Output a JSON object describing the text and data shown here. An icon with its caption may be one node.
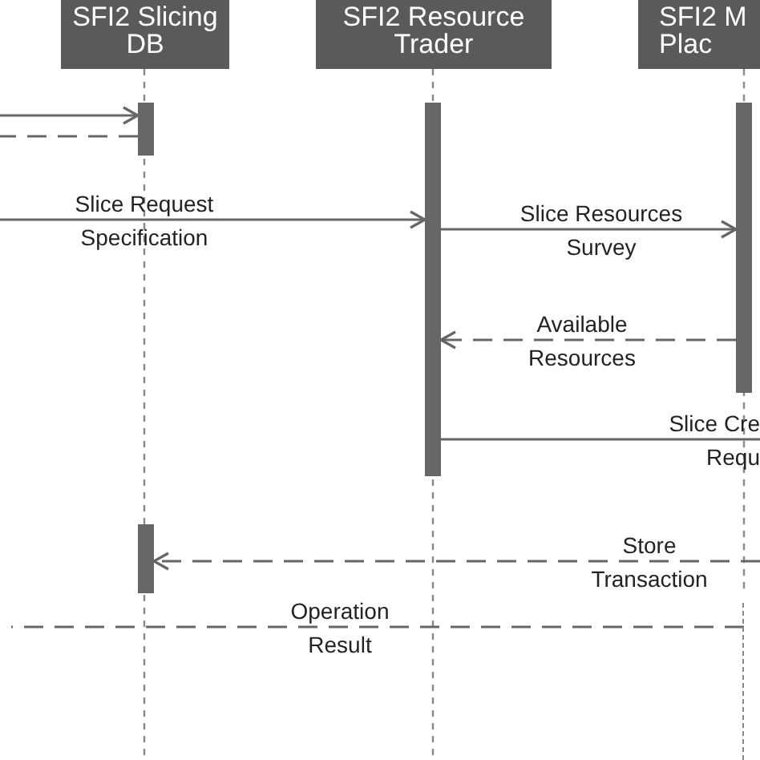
{
  "diagram": {
    "nodes": [
      {
        "text": [
          "SFI2 Slicing DB"
        ]
      },
      {
        "text": [
          "SFI2 Resource Trader"
        ]
      },
      {
        "text": [
          "SFI2 M Plac"
        ]
      },
      {
        "text": [],
        "shape": "bar"
      },
      {
        "text": [],
        "shape": "bar"
      },
      {
        "text": [],
        "shape": "bar"
      },
      {
        "text": [],
        "shape": "bar"
      },
      {
        "text": [],
        "shape": "line"
      }
    ],
    "edges": [
      {
        "from": null,
        "to": 3,
        "arrow": "to"
      },
      {
        "from": 3,
        "to": null,
        "arrow": "none",
        "style": "dashed"
      },
      {
        "from": null,
        "to": 4,
        "arrow": "to",
        "label": "Slice Request Specification"
      },
      {
        "from": 4,
        "to": 5,
        "arrow": "to",
        "label": "Slice Resources Survey"
      },
      {
        "from": 5,
        "to": 4,
        "arrow": "to",
        "style": "dashed",
        "label": "Available Resources"
      },
      {
        "from": 4,
        "to": null,
        "arrow": "none",
        "label": "Slice Cre Requ"
      },
      {
        "from": null,
        "to": 6,
        "arrow": "to",
        "style": "dashed",
        "label": "Store Transaction"
      },
      {
        "from": 7,
        "to": null,
        "arrow": "none",
        "style": "dashed",
        "label": "Operation Result"
      }
    ]
  }
}
